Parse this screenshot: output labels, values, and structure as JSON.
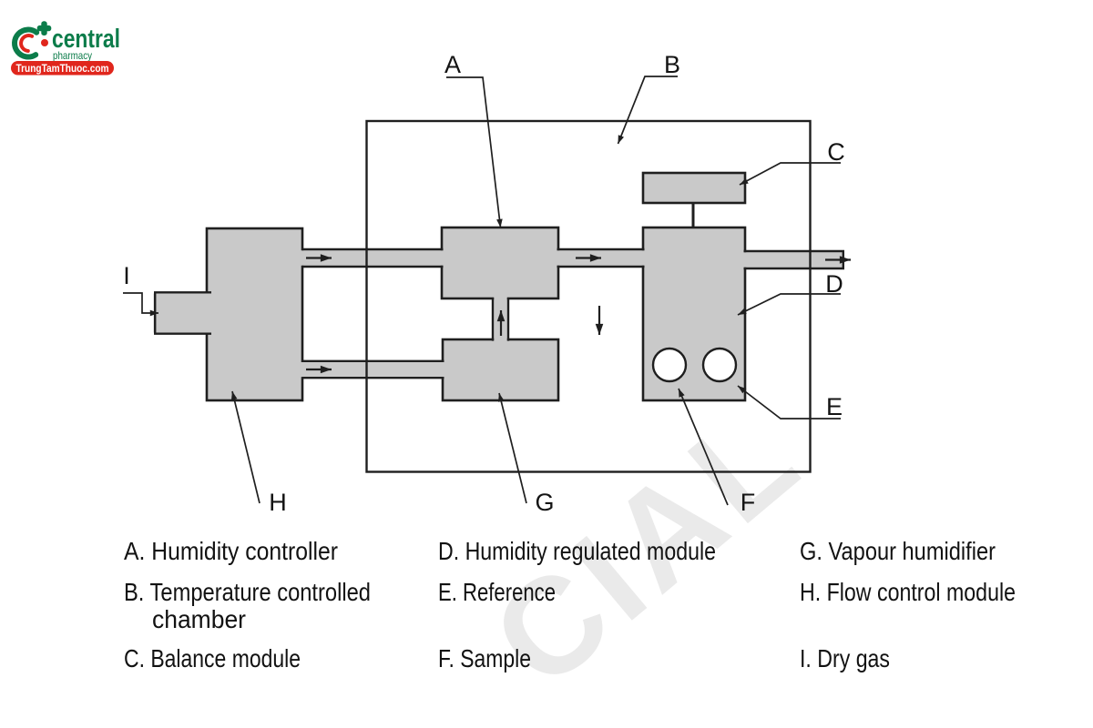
{
  "logo": {
    "brand": "central",
    "tagline": "pharmacy",
    "badge": "TrungTamThuoc.com",
    "green": "#0c7c4a",
    "red": "#e0261c"
  },
  "watermark": {
    "text": "CIAL"
  },
  "diagram": {
    "colors": {
      "module_fill": "#c9c9c9",
      "line": "#1f1f1f",
      "port_fill": "#ffffff"
    },
    "labels": {
      "A": "A",
      "B": "B",
      "C": "C",
      "D": "D",
      "E": "E",
      "F": "F",
      "G": "G",
      "H": "H",
      "I": "I"
    }
  },
  "legend": {
    "a": "A. Humidity controller",
    "b": "B. Temperature controlled",
    "b2": "chamber",
    "c": "C. Balance module",
    "d": "D. Humidity regulated module",
    "e": "E. Reference",
    "f": "F. Sample",
    "g": "G. Vapour humidifier",
    "h": "H. Flow control module",
    "i": "I. Dry gas"
  }
}
